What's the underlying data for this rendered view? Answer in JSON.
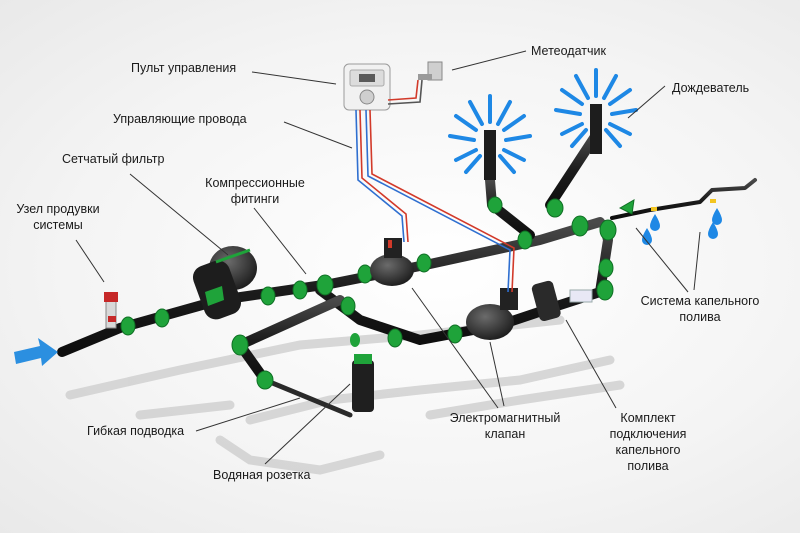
{
  "labels": {
    "control_panel": "Пульт управления",
    "weather_sensor": "Метеодатчик",
    "control_wires": "Управляющие провода",
    "sprinkler": "Дождеватель",
    "mesh_filter": "Сетчатый фильтр",
    "compression_fittings_1": "Компрессионные",
    "compression_fittings_2": "фитинги",
    "blowdown_1": "Узел продувки",
    "blowdown_2": "системы",
    "drip_system_1": "Система капельного",
    "drip_system_2": "полива",
    "flexible_hose": "Гибкая подводка",
    "water_socket": "Водяная розетка",
    "solenoid_valve_1": "Электромагнитный",
    "solenoid_valve_2": "клапан",
    "drip_kit_1": "Комплект",
    "drip_kit_2": "подключения",
    "drip_kit_3": "капельного",
    "drip_kit_4": "полива"
  },
  "colors": {
    "pipe": "#1e1e1e",
    "fitting": "#1fa33a",
    "water_spray": "#1e88e5",
    "inlet_arrow": "#2b8fe0",
    "wire_red": "#d23a2a",
    "wire_blue": "#2f6fd0",
    "leader_line": "#333333"
  },
  "icons": {
    "inlet": "arrow-right-icon",
    "sprinkler": "sprinkler-spray-icon",
    "drip": "water-drop-icon"
  }
}
